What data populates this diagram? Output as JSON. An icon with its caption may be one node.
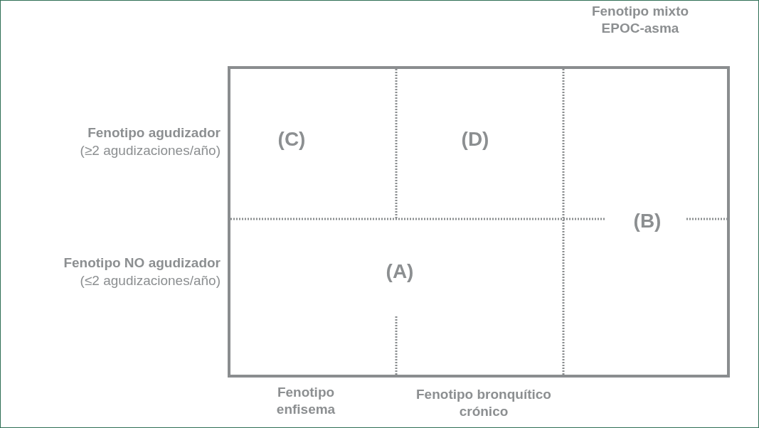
{
  "diagram": {
    "labels": [
      "Fenotipo mixto EPOC-asma",
      "Fenotipo agudizador",
      "(≥2 agudizaciones/año)",
      "(C)",
      "(D)",
      "(B)",
      "(A)",
      "Fenotipo NO agudizador",
      "(≤2 agudizaciones/año)",
      "Fenotipo enfisema",
      "Fenotipo bronquítico crónico"
    ]
  }
}
